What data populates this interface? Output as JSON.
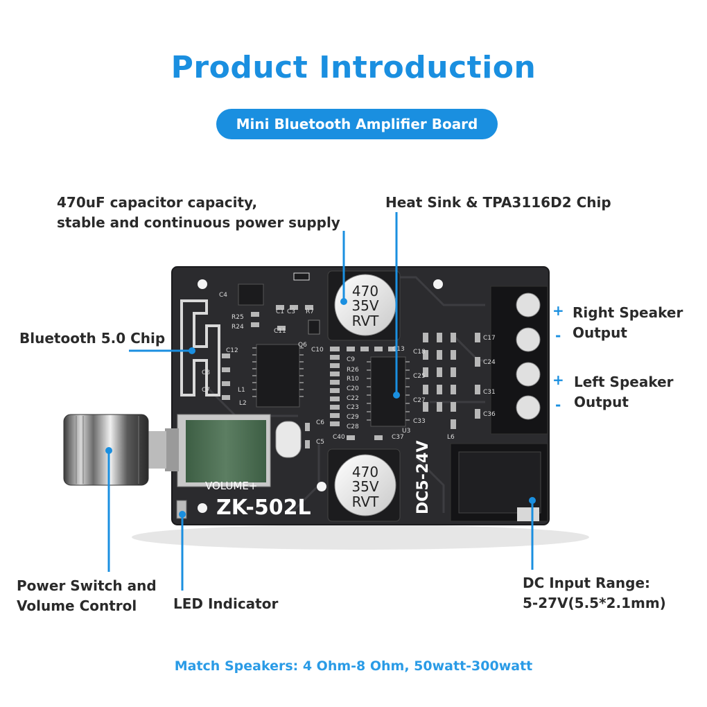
{
  "header": {
    "title": "Product Introduction",
    "subtitle": "Mini Bluetooth Amplifier Board"
  },
  "callouts": {
    "capacitor_line1": "470uF capacitor capacity,",
    "capacitor_line2": "stable and continuous power supply",
    "heatsink": "Heat Sink & TPA3116D2 Chip",
    "bluetooth": "Bluetooth 5.0 Chip",
    "right_speaker_line1": "Right Speaker",
    "right_speaker_line2": "Output",
    "left_speaker_line1": "Left Speaker",
    "left_speaker_line2": "Output",
    "power_line1": "Power Switch and",
    "power_line2": "Volume Control",
    "led": "LED Indicator",
    "dc_line1": "DC Input Range:",
    "dc_line2": "5-27V(5.5*2.1mm)"
  },
  "signs": {
    "plus": "+",
    "minus": "-"
  },
  "board": {
    "model": "ZK-502L",
    "volume_label": "VOLUME+",
    "voltage_label": "DC5-24V",
    "cap_value": "470",
    "cap_voltage": "35V",
    "cap_brand": "RVT",
    "silk": {
      "c4": "C4",
      "r25": "R25",
      "r24": "R24",
      "c1": "C1",
      "c3": "C3",
      "r7": "R7",
      "c11": "C11",
      "q6": "Q6",
      "c10": "C10",
      "c12": "C12",
      "c8": "C8",
      "c7": "C7",
      "l2": "L2",
      "l1": "L1",
      "c13": "C13",
      "c9": "C9",
      "r26": "R26",
      "r10": "R10",
      "c20": "C20",
      "c22": "C22",
      "c23": "C23",
      "c29": "C29",
      "c28": "C28",
      "c40": "C40",
      "c37": "C37",
      "u3": "U3",
      "c6": "C6",
      "c5": "C5",
      "c18": "C18",
      "c25": "C25",
      "c27": "C27",
      "c33": "C33",
      "c17": "C17",
      "c24": "C24",
      "c31": "C31",
      "c36": "C36",
      "l6": "L6"
    }
  },
  "footer": "Match Speakers: 4 Ohm-8 Ohm, 50watt-300watt",
  "colors": {
    "accent": "#1a8fe0",
    "board": "#2b2b2e",
    "text": "#2a2a2a"
  }
}
